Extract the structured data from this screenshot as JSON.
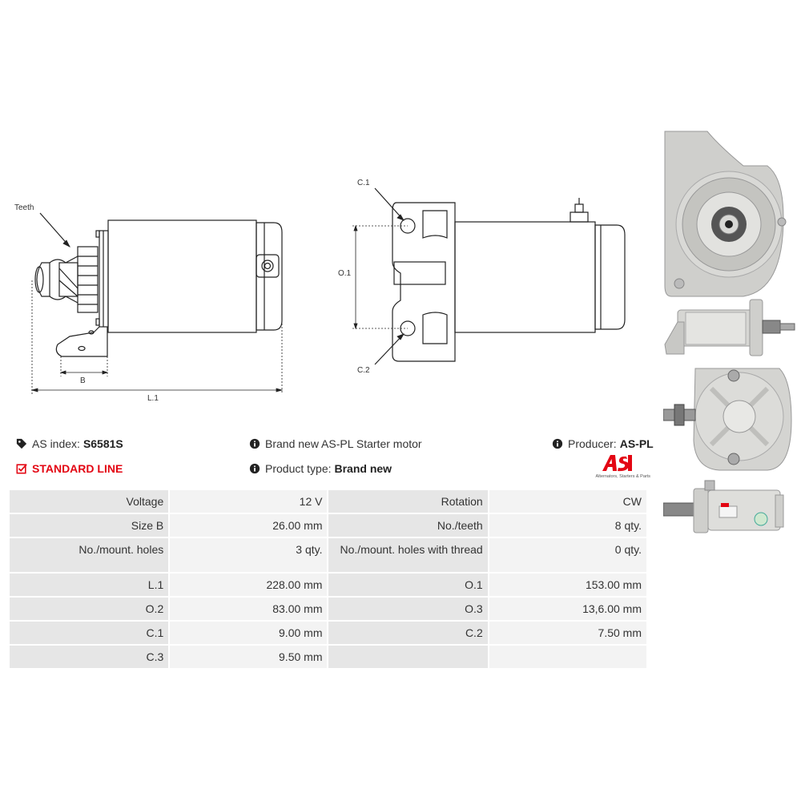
{
  "drawing_labels": {
    "teeth": "Teeth",
    "b": "B",
    "l1": "L.1",
    "c1": "C.1",
    "c2": "C.2",
    "o1": "O.1"
  },
  "info": {
    "as_index_label": "AS index:",
    "as_index_value": "S6581S",
    "line": "STANDARD LINE",
    "description": "Brand new AS-PL Starter motor",
    "producer_label": "Producer:",
    "producer_value": "AS-PL",
    "product_type_label": "Product type:",
    "product_type_value": "Brand new"
  },
  "logo": {
    "mark": "AS",
    "tagline": "Alternators, Starters & Parts"
  },
  "specs": [
    {
      "k1": "Voltage",
      "v1": "12 V",
      "k2": "Rotation",
      "v2": "CW"
    },
    {
      "k1": "Size B",
      "v1": "26.00 mm",
      "k2": "No./teeth",
      "v2": "8 qty."
    },
    {
      "k1": "No./mount. holes",
      "v1": "3 qty.",
      "k2": "No./mount. holes with thread",
      "v2": "0 qty."
    },
    {
      "k1": "L.1",
      "v1": "228.00 mm",
      "k2": "O.1",
      "v2": "153.00 mm"
    },
    {
      "k1": "O.2",
      "v1": "83.00 mm",
      "k2": "O.3",
      "v2": "13,6.00 mm"
    },
    {
      "k1": "C.1",
      "v1": "9.00 mm",
      "k2": "C.2",
      "v2": "7.50 mm"
    },
    {
      "k1": "C.3",
      "v1": "9.50 mm",
      "k2": "",
      "v2": ""
    }
  ],
  "colors": {
    "accent_red": "#e30613",
    "key_cell": "#e6e6e6",
    "value_cell": "#f3f3f3"
  }
}
